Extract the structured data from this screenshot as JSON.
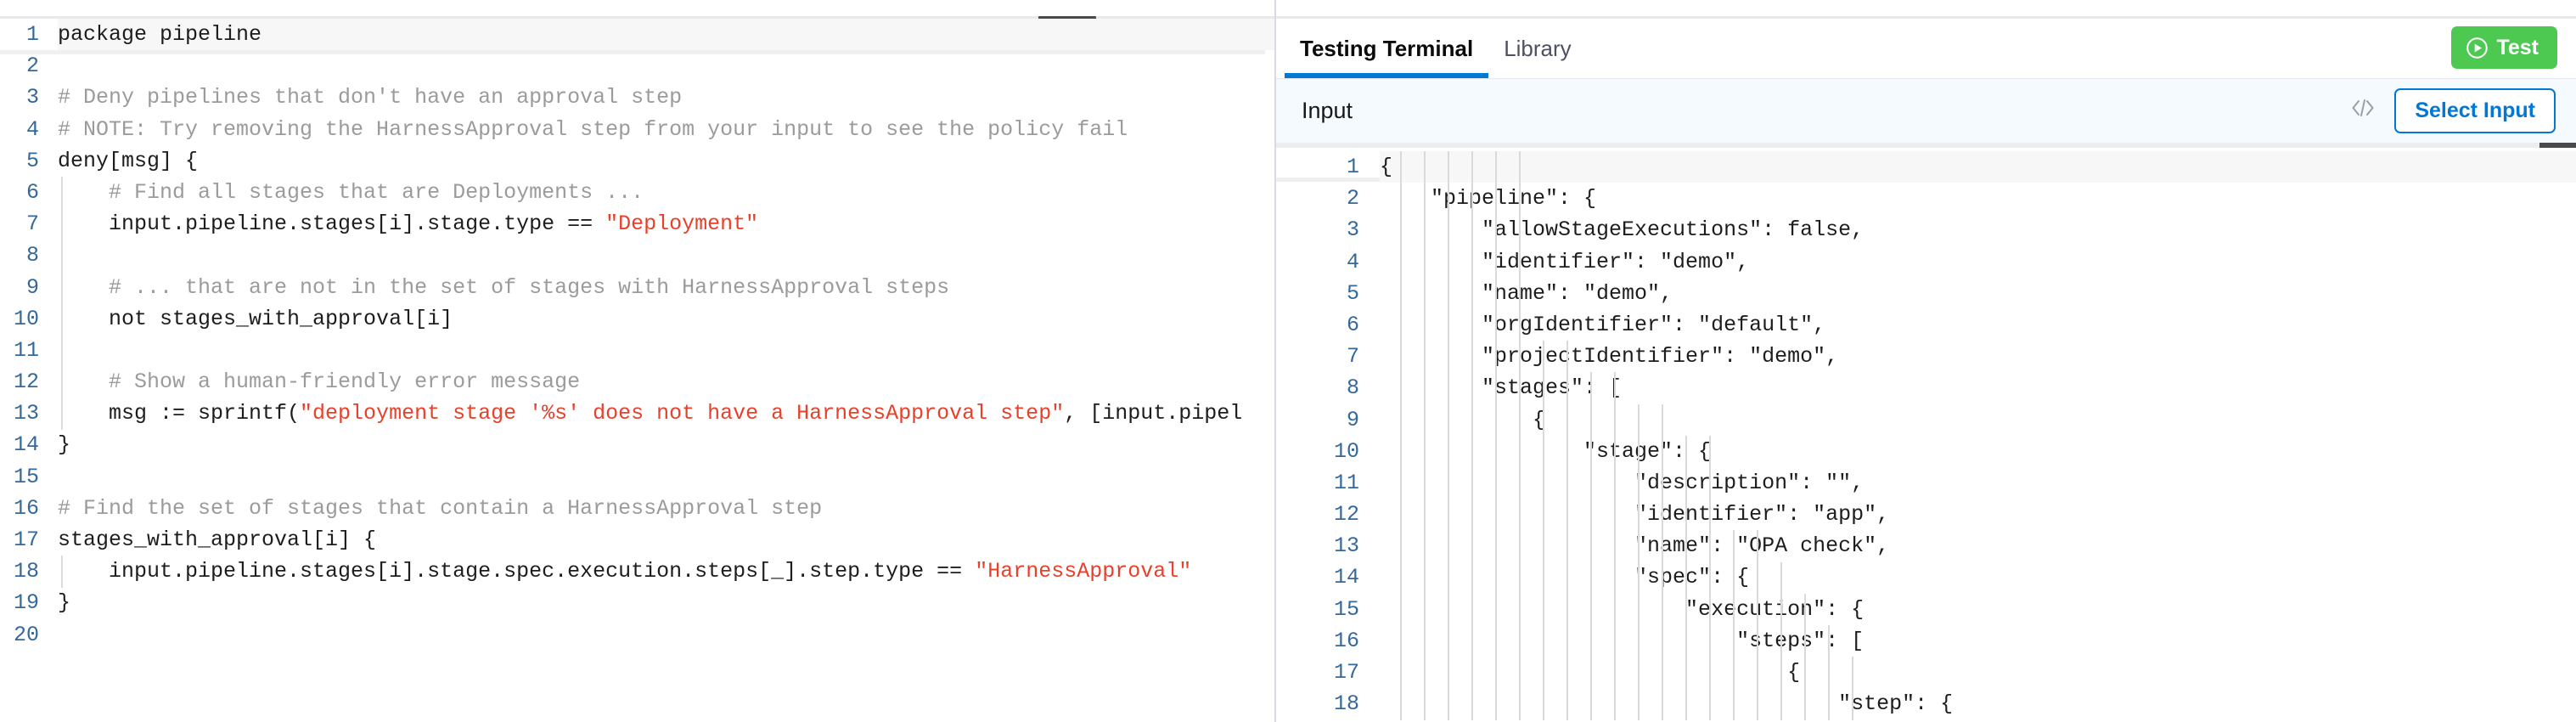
{
  "editor": {
    "name": "rego-policy-editor",
    "language": "rego",
    "line_count": 20,
    "lines": [
      {
        "n": 1,
        "segments": [
          {
            "t": "package pipeline",
            "c": "plain"
          }
        ]
      },
      {
        "n": 2,
        "segments": []
      },
      {
        "n": 3,
        "segments": [
          {
            "t": "# Deny pipelines that don't have an approval step",
            "c": "comment"
          }
        ]
      },
      {
        "n": 4,
        "segments": [
          {
            "t": "# NOTE: Try removing the HarnessApproval step from your input to see the policy fail",
            "c": "comment"
          }
        ]
      },
      {
        "n": 5,
        "segments": [
          {
            "t": "deny[msg] {",
            "c": "plain"
          }
        ]
      },
      {
        "n": 6,
        "segments": [
          {
            "t": "    # Find all stages that are Deployments ...",
            "c": "comment"
          }
        ]
      },
      {
        "n": 7,
        "segments": [
          {
            "t": "    input.pipeline.stages[i].stage.type == ",
            "c": "plain"
          },
          {
            "t": "\"Deployment\"",
            "c": "string"
          }
        ]
      },
      {
        "n": 8,
        "segments": []
      },
      {
        "n": 9,
        "segments": [
          {
            "t": "    # ... that are not in the set of stages with HarnessApproval steps",
            "c": "comment"
          }
        ]
      },
      {
        "n": 10,
        "segments": [
          {
            "t": "    not stages_with_approval[i]",
            "c": "plain"
          }
        ]
      },
      {
        "n": 11,
        "segments": []
      },
      {
        "n": 12,
        "segments": [
          {
            "t": "    # Show a human-friendly error message",
            "c": "comment"
          }
        ]
      },
      {
        "n": 13,
        "segments": [
          {
            "t": "    msg := sprintf(",
            "c": "plain"
          },
          {
            "t": "\"deployment stage '%s' does not have a HarnessApproval step\"",
            "c": "string"
          },
          {
            "t": ", [input.pipel",
            "c": "plain"
          }
        ]
      },
      {
        "n": 14,
        "segments": [
          {
            "t": "}",
            "c": "plain"
          }
        ]
      },
      {
        "n": 15,
        "segments": []
      },
      {
        "n": 16,
        "segments": [
          {
            "t": "# Find the set of stages that contain a HarnessApproval step",
            "c": "comment"
          }
        ]
      },
      {
        "n": 17,
        "segments": [
          {
            "t": "stages_with_approval[i] {",
            "c": "plain"
          }
        ]
      },
      {
        "n": 18,
        "segments": [
          {
            "t": "    input.pipeline.stages[i].stage.spec.execution.steps[_].step.type == ",
            "c": "plain"
          },
          {
            "t": "\"HarnessApproval\"",
            "c": "string"
          }
        ]
      },
      {
        "n": 19,
        "segments": [
          {
            "t": "}",
            "c": "plain"
          }
        ]
      },
      {
        "n": 20,
        "segments": []
      }
    ],
    "scrollbar": {
      "orientation": "horizontal",
      "thumb_color": "#4a4a4a"
    }
  },
  "terminal": {
    "tabs": [
      {
        "label": "Testing Terminal",
        "active": true
      },
      {
        "label": "Library",
        "active": false
      }
    ],
    "test_button": {
      "label": "Test",
      "icon": "play-circle-icon",
      "color": "#4dc952"
    },
    "input_bar": {
      "label": "Input",
      "code_icon": "code-brackets-icon",
      "select_input_label": "Select Input"
    },
    "json": {
      "line_count": 18,
      "lines": [
        {
          "n": 1,
          "text": "{"
        },
        {
          "n": 2,
          "text": "    \"pipeline\": {"
        },
        {
          "n": 3,
          "text": "        \"allowStageExecutions\": false,"
        },
        {
          "n": 4,
          "text": "        \"identifier\": \"demo\","
        },
        {
          "n": 5,
          "text": "        \"name\": \"demo\","
        },
        {
          "n": 6,
          "text": "        \"orgIdentifier\": \"default\","
        },
        {
          "n": 7,
          "text": "        \"projectIdentifier\": \"demo\","
        },
        {
          "n": 8,
          "text": "        \"stages\": ["
        },
        {
          "n": 9,
          "text": "            {"
        },
        {
          "n": 10,
          "text": "                \"stage\": {"
        },
        {
          "n": 11,
          "text": "                    \"description\": \"\","
        },
        {
          "n": 12,
          "text": "                    \"identifier\": \"app\","
        },
        {
          "n": 13,
          "text": "                    \"name\": \"OPA check\","
        },
        {
          "n": 14,
          "text": "                    \"spec\": {"
        },
        {
          "n": 15,
          "text": "                        \"execution\": {"
        },
        {
          "n": 16,
          "text": "                            \"steps\": ["
        },
        {
          "n": 17,
          "text": "                                {"
        },
        {
          "n": 18,
          "text": "                                    \"step\": {"
        }
      ]
    }
  },
  "colors": {
    "accent_blue": "#0278d5",
    "test_green": "#4dc952",
    "string_red": "#e8402a",
    "comment_gray": "#9b9b9b",
    "gutter_blue": "#35699c",
    "input_bar_bg": "#f4fafe"
  }
}
